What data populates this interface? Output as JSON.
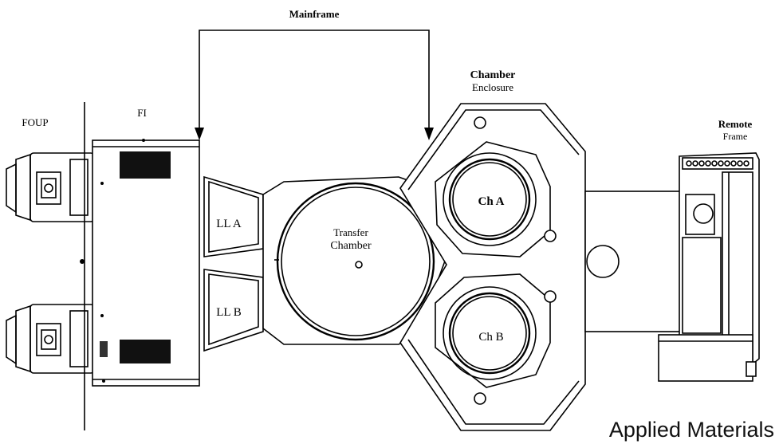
{
  "labels": {
    "mainframe": "Mainframe",
    "foup": "FOUP",
    "fi": "FI",
    "chamber_enclosure_line1": "Chamber",
    "chamber_enclosure_line2": "Enclosure",
    "remote_frame_line1": "Remote",
    "remote_frame_line2": "Frame",
    "ll_a": "LL A",
    "ll_b": "LL B",
    "transfer_line1": "Transfer",
    "transfer_line2": "Chamber",
    "ch_a": "Ch A",
    "ch_b": "Ch B"
  },
  "credit": "Applied Materials"
}
